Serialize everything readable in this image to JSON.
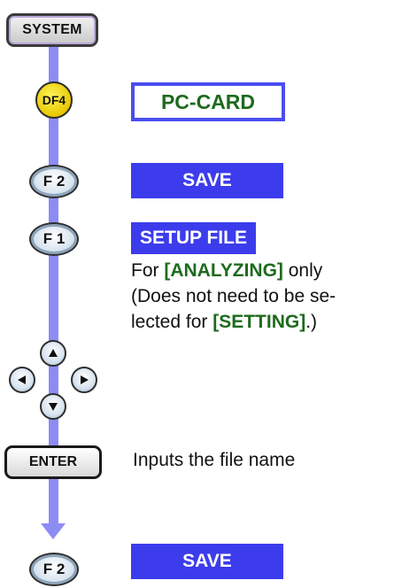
{
  "keys": {
    "system": "SYSTEM",
    "df4": "DF4",
    "f2": "F 2",
    "f1": "F 1",
    "enter": "ENTER",
    "cursor_arrows": [
      "arrow-up-icon",
      "arrow-left-icon",
      "arrow-right-icon",
      "arrow-down-icon"
    ]
  },
  "labels": {
    "pc_card": "PC-CARD",
    "save_first": "SAVE",
    "setup_file": "SETUP FILE",
    "save_last": "SAVE"
  },
  "note": {
    "line1_prefix": "For ",
    "line1_highlight": "[ANALYZING]",
    "line1_suffix": " only",
    "line2": "(Does not need to be se-",
    "line3_prefix": "lected for ",
    "line3_highlight": "[SETTING]",
    "line3_suffix": ".)"
  },
  "inputs_text": "Inputs the file name",
  "colors": {
    "flow_line": "#8c8cf4",
    "label_fill": "#3c3cec",
    "highlight_text": "#1d6b1d",
    "df4_key": "#e8c800"
  }
}
